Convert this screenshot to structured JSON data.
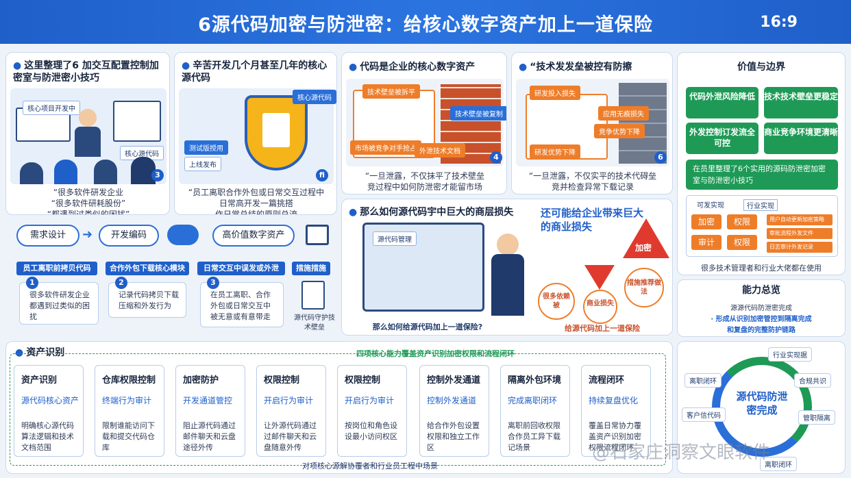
{
  "header": {
    "title": "6源代码加密与防泄密：给核心数字资产加上一道保险",
    "ratio": "16:9"
  },
  "panel1": {
    "title": "这里整理了6 加交互配置控制加密室与防泄密小技巧",
    "sign1": "核心项目开发中",
    "sign2": "核心源代码",
    "num": "3",
    "quote": [
      "“很多软件研发企业",
      "“很多软件研耗股份”",
      "“都遇到过类似的困扰”"
    ]
  },
  "panel2": {
    "title": "辛苦开发几个月甚至几年的核心源代码",
    "tag1": "测试版授用",
    "tag2": "上线发布",
    "tag3": "核心源代码",
    "badge": "fi",
    "quote": [
      "“员工离职合作外包或日常交互过程中",
      "日常高开发一篇挑搭",
      "作日常总结的原则总流"
    ]
  },
  "panel3": {
    "title": "代码是企业的核心数字资产",
    "tag1": "技术壁垒被拆平",
    "tag2": "技术壁垒被复制",
    "tag3": "市场被竞争对手抢占",
    "tag4": "外泄技术文档",
    "num": "4",
    "quote": [
      "“一旦泄露，不仅抹平了技术壁垒",
      "竞过程中如何防泄密才能留市场"
    ]
  },
  "panel4": {
    "title": "“技术发发垒被控有防擦",
    "tag1": "研发投入损失",
    "tag2": "应用无痕损失",
    "tag3": "竞争优势下降",
    "tag4": "研发优势下降",
    "num": "6",
    "quote": [
      "“一旦泄露，不仅实平的技术代碍垒",
      "竞并检查异常下载记录"
    ]
  },
  "flow": {
    "pills": [
      "需求设计",
      "开发编码",
      "高价值数字资产"
    ],
    "bars": [
      "员工离职前拷贝代码",
      "合作外包下载核心模块",
      "日常交互中误发或外泄",
      "措施措施"
    ],
    "steps": [
      {
        "num": "1",
        "text": "很多软件研发企业都遇到过类似的困扰"
      },
      {
        "num": "2",
        "text": "记录代码拷贝下载压缩和外发行为"
      },
      {
        "num": "3",
        "text": "在员工离职、合作外包或日常交互中被无意或有意带走"
      }
    ],
    "doc_label": "源代码守护技术壁垒"
  },
  "panel5": {
    "title": "那么如何源代码宇中巨大的商层损失",
    "screen_label": "源代码管理",
    "caption": "那么如何给源代码加上一道保险?",
    "headline": "还可能给企业带来巨大的商业损失",
    "warning": "加密",
    "c1": "很多依赖被",
    "c2": "商业损失",
    "c3": "措施推荐做法",
    "bottom": "给源代码加上一道保险"
  },
  "value": {
    "title": "价值与边界",
    "tiles": [
      "代码外泄风险降低",
      "技术技术壁垒更稳定",
      "外发控制订发流全可控",
      "商业竞争环境更清晰"
    ],
    "green_text": "在员里整理了6个实用的源码防泄密加密室与防泄密小技巧",
    "small1": "可发实现",
    "small2": "行业实现",
    "mini": [
      "加密",
      "权限",
      "审计",
      "权限"
    ],
    "list": [
      "用户自动更新加密策略",
      "审批流程外发文件",
      "日志审计外发记录"
    ],
    "footer": "很多技术管理者和行业大佬都在使用"
  },
  "ability": {
    "title": "能力总览",
    "lines": [
      "源源代码防泄密完成",
      "· 形成从识别加密管控到隔离完成",
      "和复盘的完整防护链路"
    ]
  },
  "assets": {
    "title": "资产识别",
    "banner": "四项核心能力覆盖资产识别加密权限和流程闭环",
    "cards": [
      {
        "t1": "资产识别",
        "t2": "源代码核心资产",
        "t3": "明确核心源代码算法逻辑和技术文档范围"
      },
      {
        "t1": "仓库权限控制",
        "t2": "终端行为审计",
        "t3": "限制谁能访问下载和提交代码仓库"
      },
      {
        "t1": "加密防护",
        "t2": "开发通道管控",
        "t3": "阻止源代码通过邮件聊天和云盘途径外传"
      },
      {
        "t1": "权限控制",
        "t2": "开启行为审计",
        "t3": "让外源代码通过过邮件聊天和云盘随意外传"
      },
      {
        "t1": "权限控制",
        "t2": "开启行为审计",
        "t3": "按岗位和角色设设最小访问权区"
      },
      {
        "t1": "控制外发通道",
        "t2": "控制外发通道",
        "t3": "给合作外包设置权限和独立工作区"
      },
      {
        "t1": "隔离外包环境",
        "t2": "完成离职闭环",
        "t3": "离职前回收权限合作员工异下载记场景"
      },
      {
        "t1": "流程闭环",
        "t2": "持续复盘优化",
        "t3": "覆盖日常协力覆盖资产识别加密权限流程闭环"
      }
    ],
    "footer": "对项核心源解协覆者和行业员工程中场景"
  },
  "cycle": {
    "center": "源代码防泄密完成",
    "labels": [
      "行业实现据",
      "离职闭环",
      "合规共识",
      "客户信代码",
      "管职隔离",
      "离职闭环"
    ]
  },
  "watermark": "@石家庄洞察文眼软件"
}
